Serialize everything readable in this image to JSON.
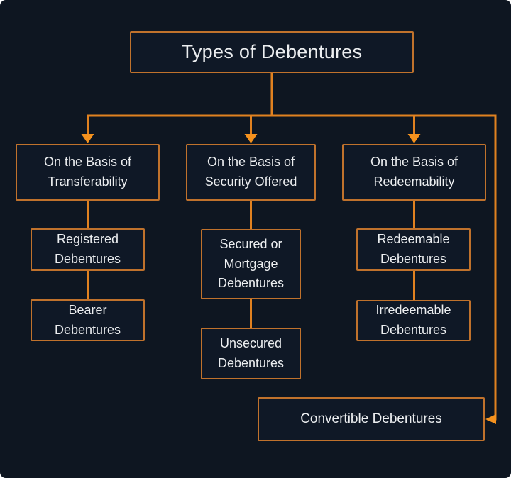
{
  "diagram": {
    "title": "Types of Debentures",
    "branches": [
      {
        "label": "On the Basis of Transferability",
        "children": [
          {
            "label": "Registered Debentures"
          },
          {
            "label": "Bearer Debentures"
          }
        ]
      },
      {
        "label": "On the Basis of Security Offered",
        "children": [
          {
            "label": "Secured or Mortgage Debentures"
          },
          {
            "label": "Unsecured Debentures"
          }
        ]
      },
      {
        "label": "On the Basis of Redeemability",
        "children": [
          {
            "label": "Redeemable Debentures"
          },
          {
            "label": "Irredeemable Debentures"
          }
        ]
      }
    ],
    "footer_node": {
      "label": "Convertible Debentures"
    },
    "colors": {
      "background": "#0e1621",
      "box_fill": "#0f1826",
      "box_border": "#c0722c",
      "connector": "#e08120",
      "arrow": "#f5921e",
      "text": "#eceef0"
    }
  }
}
